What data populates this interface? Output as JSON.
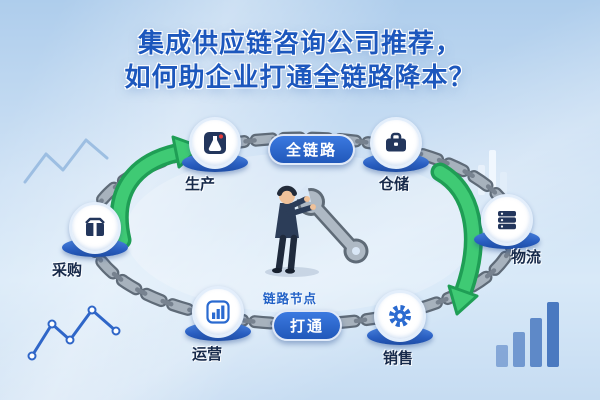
{
  "title": {
    "line1": "集成供应链咨询公司推荐，",
    "line2": "如何助企业打通全链路降本？"
  },
  "badges": {
    "top": "全链路",
    "bottom": "打通",
    "center": "链路节点"
  },
  "nodes": [
    {
      "id": "production",
      "label": "生产",
      "icon": "flask-icon"
    },
    {
      "id": "warehousing",
      "label": "仓储",
      "icon": "briefcase-icon"
    },
    {
      "id": "logistics",
      "label": "物流",
      "icon": "server-stack-icon"
    },
    {
      "id": "sales",
      "label": "销售",
      "icon": "gear-icon"
    },
    {
      "id": "operations",
      "label": "运营",
      "icon": "bar-chart-icon"
    },
    {
      "id": "procurement",
      "label": "采购",
      "icon": "package-box-icon"
    }
  ],
  "colors": {
    "title_text": "#1c57bd",
    "badge_bg": "#2a64cc",
    "badge_text": "#ffffff",
    "node_icon_navy": "#23365c",
    "node_icon_blue": "#2a6ad0",
    "chain_gray": "#9aa6b2",
    "arrow_green": "#3fca74",
    "background_blue": "#cfe2f5"
  }
}
